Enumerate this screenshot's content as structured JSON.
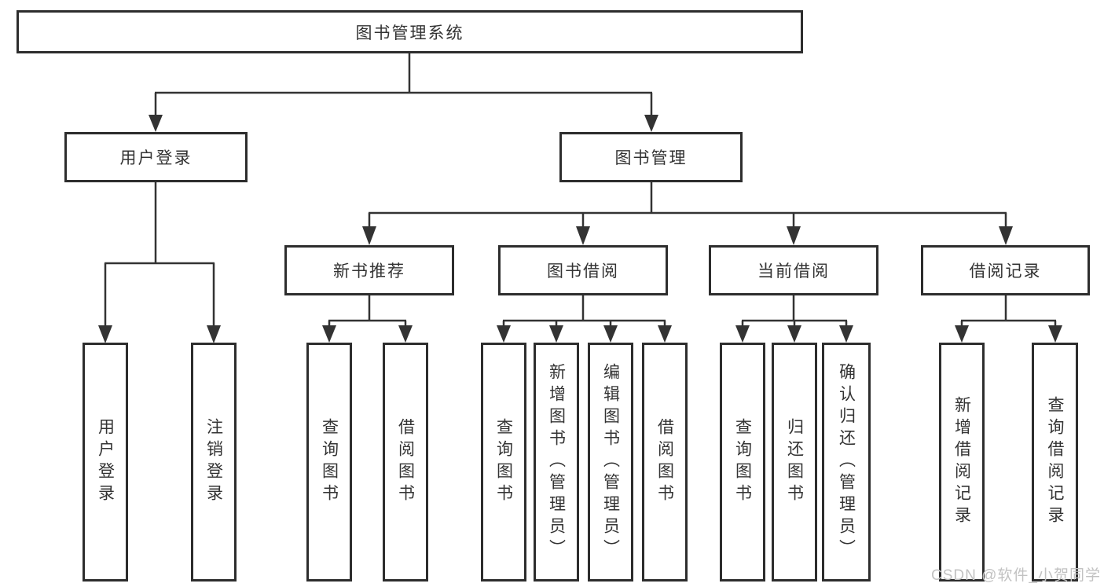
{
  "diagram": {
    "title": "图书管理系统",
    "root": {
      "label": "图书管理系统"
    },
    "user_login": {
      "label": "用户登录",
      "children": [
        {
          "label": "用户登录"
        },
        {
          "label": "注销登录"
        }
      ]
    },
    "book_mgmt": {
      "label": "图书管理"
    },
    "new_books": {
      "label": "新书推荐",
      "children": [
        {
          "label": "查询图书"
        },
        {
          "label": "借阅图书"
        }
      ]
    },
    "book_borrow": {
      "label": "图书借阅",
      "children": [
        {
          "label": "查询图书"
        },
        {
          "label": "新增图书（管理员）"
        },
        {
          "label": "编辑图书（管理员）"
        },
        {
          "label": "借阅图书"
        }
      ]
    },
    "current_borrow": {
      "label": "当前借阅",
      "children": [
        {
          "label": "查询图书"
        },
        {
          "label": "归还图书"
        },
        {
          "label": "确认归还（管理员）"
        }
      ]
    },
    "borrow_records": {
      "label": "借阅记录",
      "children": [
        {
          "label": "新增借阅记录"
        },
        {
          "label": "查询借阅记录"
        }
      ]
    },
    "colors": {
      "line": "#333333",
      "box_border": "#2d2d2d",
      "text": "#333333",
      "background": "#ffffff",
      "watermark": "#c2c2c2"
    }
  },
  "watermark": {
    "text": "CSDN @软件_小贺同学"
  }
}
